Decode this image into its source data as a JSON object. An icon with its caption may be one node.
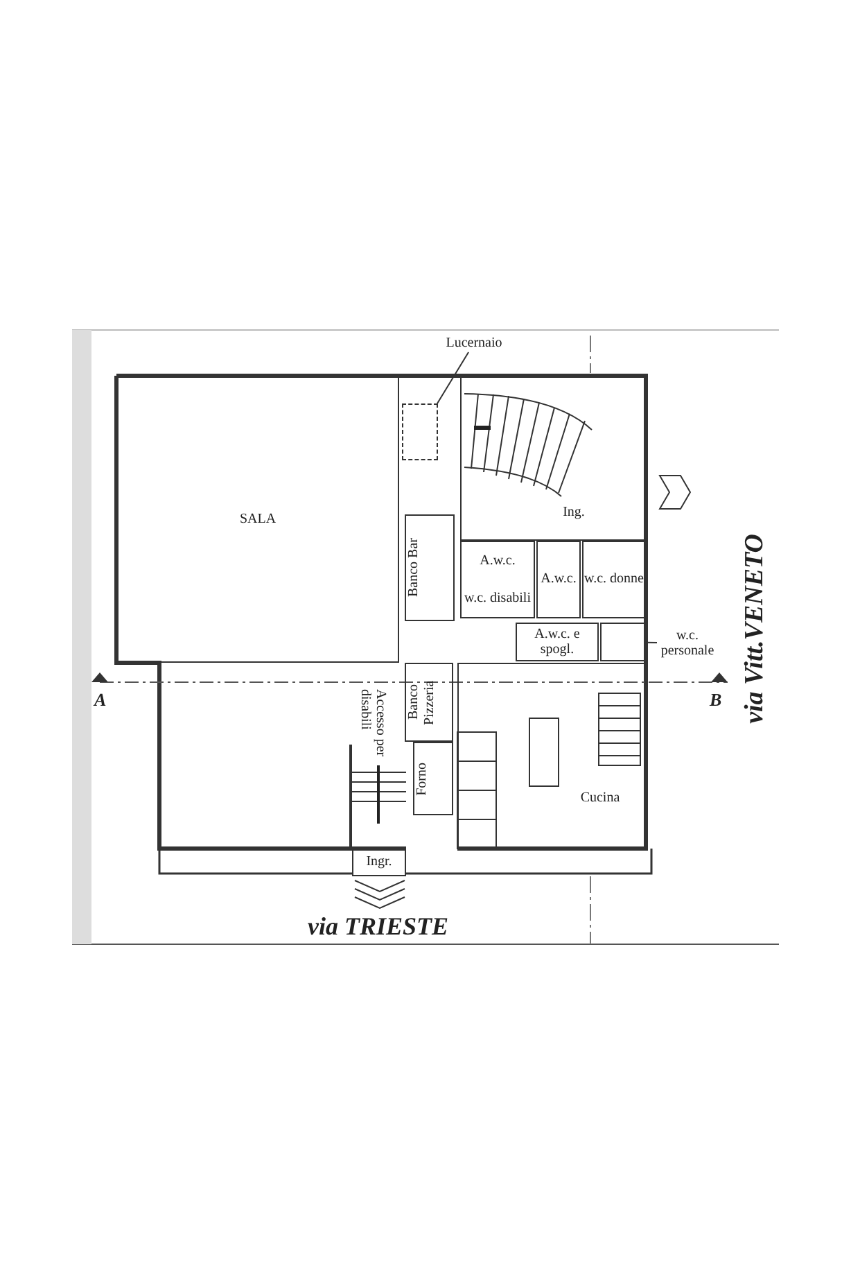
{
  "diagram": {
    "nodes": [
      {
        "text": [
          "Lucernaio"
        ]
      },
      {
        "text": [],
        "shape": "box"
      },
      {
        "text": [
          "SALA"
        ]
      },
      {
        "text": [
          "Ing."
        ]
      },
      {
        "text": [
          "Banco Bar"
        ]
      },
      {
        "text": [
          "A.w.c.",
          "w.c. disabili"
        ]
      },
      {
        "text": [
          "A.w.c."
        ]
      },
      {
        "text": [
          "w.c. donne"
        ]
      },
      {
        "text": [
          "A.w.c. e spogl."
        ]
      },
      {
        "text": [
          "w.c. personale"
        ]
      },
      {
        "text": [],
        "shape": "box"
      },
      {
        "text": [
          "Banco Pizzeria"
        ]
      },
      {
        "text": [
          "Forno"
        ]
      },
      {
        "text": [
          "Cucina"
        ]
      },
      {
        "text": [
          "Ingr."
        ]
      }
    ],
    "edges": [
      {
        "from": 0,
        "to": 1,
        "arrow": "none"
      },
      {
        "from": 9,
        "to": 10,
        "arrow": "none"
      }
    ],
    "labels": [
      "Accesso per disabili",
      "A",
      "B",
      "via Vitt.VENETO",
      "via TRIESTE"
    ]
  }
}
